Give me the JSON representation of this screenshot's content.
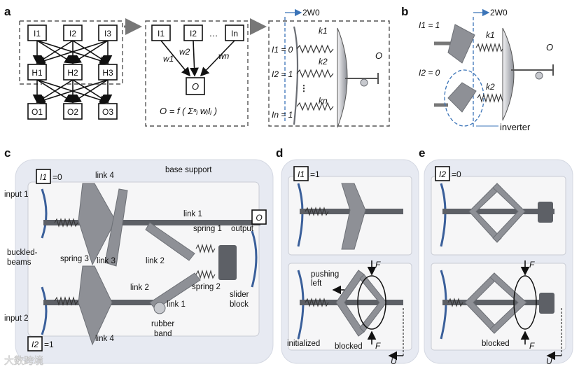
{
  "panels": {
    "a": "a",
    "b": "b",
    "c": "c",
    "d": "d",
    "e": "e"
  },
  "panel_a": {
    "net_inputs": [
      "I1",
      "I2",
      "I3"
    ],
    "net_hidden": [
      "H1",
      "H2",
      "H3"
    ],
    "net_outputs": [
      "O1",
      "O2",
      "O3"
    ],
    "perceptron_inputs": [
      "I1",
      "I2",
      "In"
    ],
    "weights": [
      "w1",
      "w2",
      "wn"
    ],
    "ellipsis": "…",
    "output": "O",
    "formula": "O = f ( Σⁿᵢ wᵢIᵢ )",
    "mech_displacement": "2W0",
    "mech_inputs": [
      "I1 = 0",
      "I2 = 1",
      "In = 1"
    ],
    "mech_springs": [
      "k1",
      "k2",
      "kn"
    ],
    "mech_output": "O"
  },
  "panel_b": {
    "displacement": "2W0",
    "inputs": [
      "I1 = 1",
      "I2 = 0"
    ],
    "springs": [
      "k1",
      "k2"
    ],
    "output": "O",
    "inverter": "inverter"
  },
  "panel_c": {
    "input_box_1": "I1",
    "input_val_1": "=0",
    "input_box_2": "I2",
    "input_val_2": "=1",
    "output_box": "O",
    "labels": {
      "input1": "input 1",
      "input2": "input 2",
      "buckled": "buckled-",
      "beams": "beams",
      "spring3": "spring 3",
      "link4_top": "link 4",
      "link4_bot": "link 4",
      "link3": "link 3",
      "link2_a": "link 2",
      "link2_b": "link 2",
      "link1_top": "link 1",
      "link1_bot": "link 1",
      "spring1": "spring 1",
      "spring2": "spring 2",
      "base": "base support",
      "output": "output",
      "slider": "slider",
      "block": "block",
      "rubber": "rubber",
      "band": "band"
    }
  },
  "panel_d": {
    "input_box": "I1",
    "input_val": "=1",
    "pushing": "pushing",
    "left": "left",
    "force_top": "F",
    "force_bot": "F",
    "initialized": "initialized",
    "blocked": "blocked",
    "disp": "U"
  },
  "panel_e": {
    "input_box": "I2",
    "input_val": "=0",
    "force_top": "F",
    "force_bot": "F",
    "blocked": "blocked",
    "disp": "U"
  },
  "watermark": "大数跨境"
}
